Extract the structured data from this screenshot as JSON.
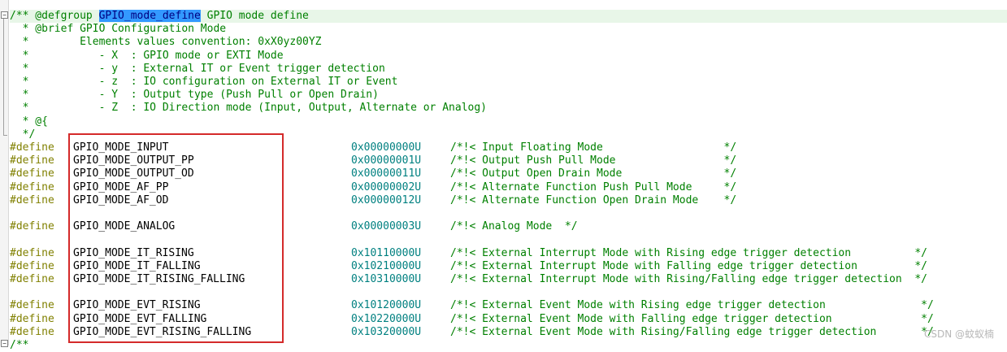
{
  "header_comment": {
    "defgroup_prefix": "/** @defgroup ",
    "defgroup_selected": "GPIO_mode_define",
    "defgroup_suffix": " GPIO mode define",
    "lines": [
      "  * @brief GPIO Configuration Mode",
      "  *        Elements values convention: 0xX0yz00YZ",
      "  *           - X  : GPIO mode or EXTI Mode",
      "  *           - y  : External IT or Event trigger detection",
      "  *           - z  : IO configuration on External IT or Event",
      "  *           - Y  : Output type (Push Pull or Open Drain)",
      "  *           - Z  : IO Direction mode (Input, Output, Alternate or Analog)",
      "  * @{",
      "  */"
    ]
  },
  "defines": [
    {
      "kw": "#define",
      "name": "GPIO_MODE_INPUT",
      "value": "0x00000000U",
      "comment": "/*!< Input Floating Mode                   */"
    },
    {
      "kw": "#define",
      "name": "GPIO_MODE_OUTPUT_PP",
      "value": "0x00000001U",
      "comment": "/*!< Output Push Pull Mode                 */"
    },
    {
      "kw": "#define",
      "name": "GPIO_MODE_OUTPUT_OD",
      "value": "0x00000011U",
      "comment": "/*!< Output Open Drain Mode                */"
    },
    {
      "kw": "#define",
      "name": "GPIO_MODE_AF_PP",
      "value": "0x00000002U",
      "comment": "/*!< Alternate Function Push Pull Mode     */"
    },
    {
      "kw": "#define",
      "name": "GPIO_MODE_AF_OD",
      "value": "0x00000012U",
      "comment": "/*!< Alternate Function Open Drain Mode    */"
    },
    {
      "kw": "",
      "name": "",
      "value": "",
      "comment": ""
    },
    {
      "kw": "#define",
      "name": "GPIO_MODE_ANALOG",
      "value": "0x00000003U",
      "comment": "/*!< Analog Mode  */"
    },
    {
      "kw": "",
      "name": "",
      "value": "",
      "comment": ""
    },
    {
      "kw": "#define",
      "name": "GPIO_MODE_IT_RISING",
      "value": "0x10110000U",
      "comment": "/*!< External Interrupt Mode with Rising edge trigger detection          */"
    },
    {
      "kw": "#define",
      "name": "GPIO_MODE_IT_FALLING",
      "value": "0x10210000U",
      "comment": "/*!< External Interrupt Mode with Falling edge trigger detection         */"
    },
    {
      "kw": "#define",
      "name": "GPIO_MODE_IT_RISING_FALLING",
      "value": "0x10310000U",
      "comment": "/*!< External Interrupt Mode with Rising/Falling edge trigger detection  */"
    },
    {
      "kw": "",
      "name": "",
      "value": "",
      "comment": ""
    },
    {
      "kw": "#define",
      "name": "GPIO_MODE_EVT_RISING",
      "value": "0x10120000U",
      "comment": "/*!< External Event Mode with Rising edge trigger detection               */"
    },
    {
      "kw": "#define",
      "name": "GPIO_MODE_EVT_FALLING",
      "value": "0x10220000U",
      "comment": "/*!< External Event Mode with Falling edge trigger detection              */"
    },
    {
      "kw": "#define",
      "name": "GPIO_MODE_EVT_RISING_FALLING",
      "value": "0x10320000U",
      "comment": "/*!< External Event Mode with Rising/Falling edge trigger detection       */"
    }
  ],
  "next_comment_start": "/**",
  "watermark": "CSDN @蚊蚁楠",
  "colors": {
    "comment": "#008000",
    "preprocessor": "#808000",
    "number": "#008080",
    "selection": "#3399ff",
    "highlight_box": "#d42a2a"
  }
}
